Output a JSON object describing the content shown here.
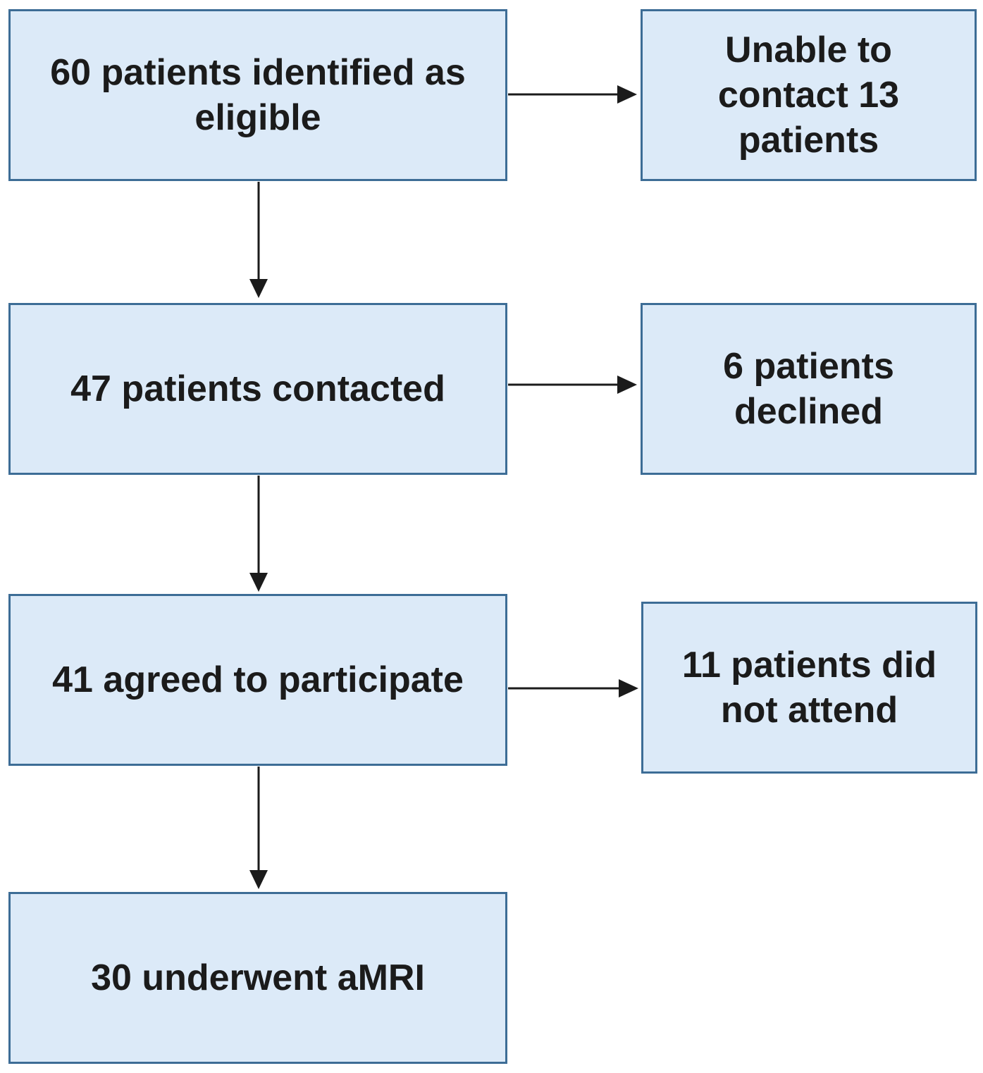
{
  "flow": {
    "eligible": {
      "line1": "60 patients identified as",
      "line2": "eligible"
    },
    "contacted": {
      "line1": "47 patients contacted"
    },
    "agreed": {
      "line1": "41 agreed to participate"
    },
    "underwent": {
      "line1": "30 underwent aMRI"
    }
  },
  "exclusions": {
    "unable": {
      "line1": "Unable to",
      "line2": "contact 13",
      "line3": "patients"
    },
    "declined": {
      "line1": "6 patients",
      "line2": "declined"
    },
    "not_attend": {
      "line1": "11 patients did",
      "line2": "not attend"
    }
  },
  "colors": {
    "box_fill": "#dceaf8",
    "box_border": "#3d6d96",
    "arrow": "#1b1b1b",
    "text": "#1b1b1b"
  }
}
